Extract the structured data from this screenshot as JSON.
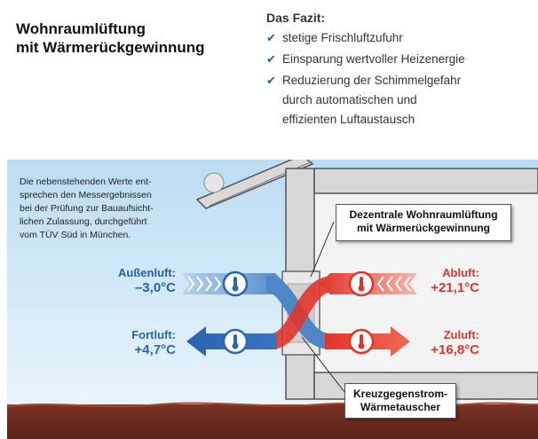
{
  "title": {
    "line1": "Wohnraumlüftung",
    "line2": "mit Wärmerückgewinnung"
  },
  "fazit": {
    "heading": "Das Fazit:",
    "items": [
      {
        "lines": [
          "stetige Frischluftzufuhr"
        ]
      },
      {
        "lines": [
          "Einsparung wertvoller Heizenergie"
        ]
      },
      {
        "lines": [
          "Reduzierung der Schimmelgefahr",
          "durch automatischen und",
          "effizienten Luftaustausch"
        ]
      }
    ],
    "check_icon": "✔"
  },
  "note": {
    "lines": [
      "Die nebenstehenden Werte ent-",
      "sprechen den Messergebnissen",
      "bei der Prüfung zur Bauaufsicht-",
      "lichen Zulassung, durchgeführt",
      "vom TÜV Süd in München."
    ]
  },
  "callouts": {
    "unit": {
      "line1": "Dezentrale Wohnraumlüftung",
      "line2": "mit Wärmerückgewinnung"
    },
    "heat_exchanger": {
      "line1": "Kreuzgegenstrom-",
      "line2": "Wärmetauscher"
    }
  },
  "labels": {
    "aussenluft": {
      "name": "Außenluft:",
      "value": "–3,0°C"
    },
    "fortluft": {
      "name": "Fortluft:",
      "value": "+4,7°C"
    },
    "abluft": {
      "name": "Abluft:",
      "value": "+21,1°C"
    },
    "zuluft": {
      "name": "Zuluft:",
      "value": "+16,8°C"
    }
  },
  "colors": {
    "sky": "#cfe6f6",
    "ground": "#6e2b1f",
    "wall": "#d7d7d7",
    "blue": "#2b66b4",
    "red": "#e0352b",
    "unit_fill": "#e6e6e6"
  },
  "icons": {
    "thermometer": "thermometer-icon",
    "check": "check-icon"
  }
}
